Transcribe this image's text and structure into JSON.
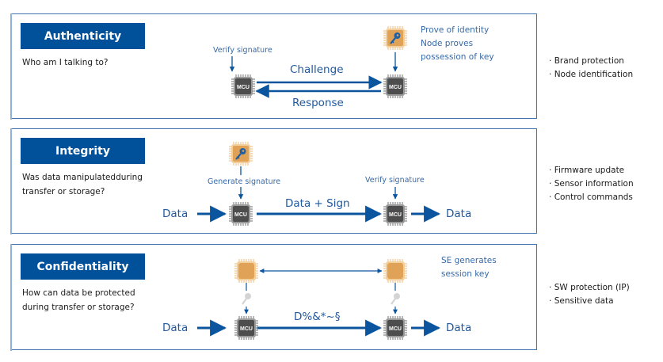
{
  "colors": {
    "brand_blue": "#00519a",
    "label_blue": "#3769a8",
    "arrow_blue": "#0a559e",
    "border_blue": "#3f73ad",
    "mcu_gray": "#555555",
    "se_orange": "#e0a256"
  },
  "chip_label": "MCU",
  "panels": [
    {
      "title": "Authenticity",
      "question": "Who am I talking to?",
      "labels": {
        "verify": "Verify signature",
        "challenge": "Challenge",
        "response": "Response",
        "note": [
          "Prove of identity",
          "Node proves",
          "possession of key"
        ]
      },
      "use_cases": [
        "Brand protection",
        "Node identification"
      ]
    },
    {
      "title": "Integrity",
      "question": "Was data manipulatedduring transfer or storage?",
      "labels": {
        "generate": "Generate signature",
        "verify": "Verify signature",
        "data_in": "Data",
        "payload": "Data + Sign",
        "data_out": "Data"
      },
      "use_cases": [
        "Firmware update",
        "Sensor information",
        "Control commands"
      ]
    },
    {
      "title": "Confidentiality",
      "question": "How can data be protected during transfer or storage?",
      "labels": {
        "note": [
          "SE generates",
          "session key"
        ],
        "data_in": "Data",
        "payload": "D%&*~§",
        "data_out": "Data"
      },
      "use_cases": [
        "SW protection (IP)",
        "Sensitive data"
      ]
    }
  ]
}
